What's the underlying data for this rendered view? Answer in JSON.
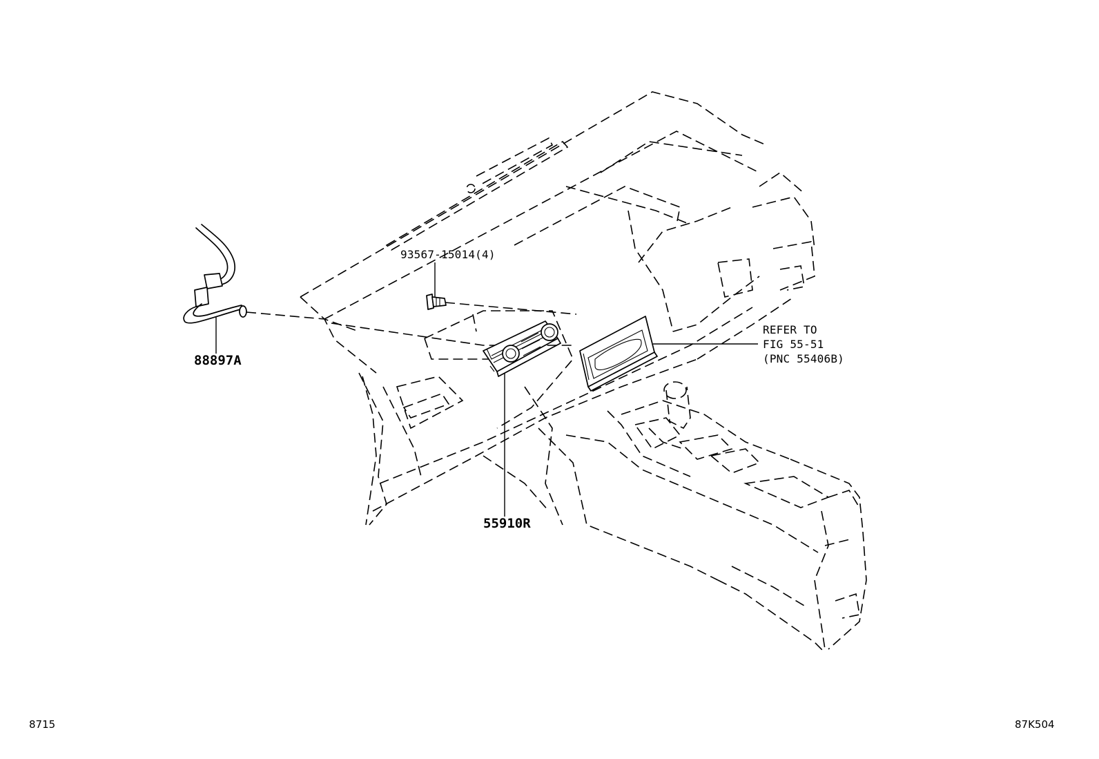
{
  "callouts": {
    "hose": "88897A",
    "screw": "93567-15014(4)",
    "control_panel": "55910R",
    "refer_line1": "REFER TO",
    "refer_line2": "FIG 55-51",
    "refer_line3": "(PNC 55406B)"
  },
  "footer": {
    "left_code": "8715",
    "right_code": "87K504"
  }
}
